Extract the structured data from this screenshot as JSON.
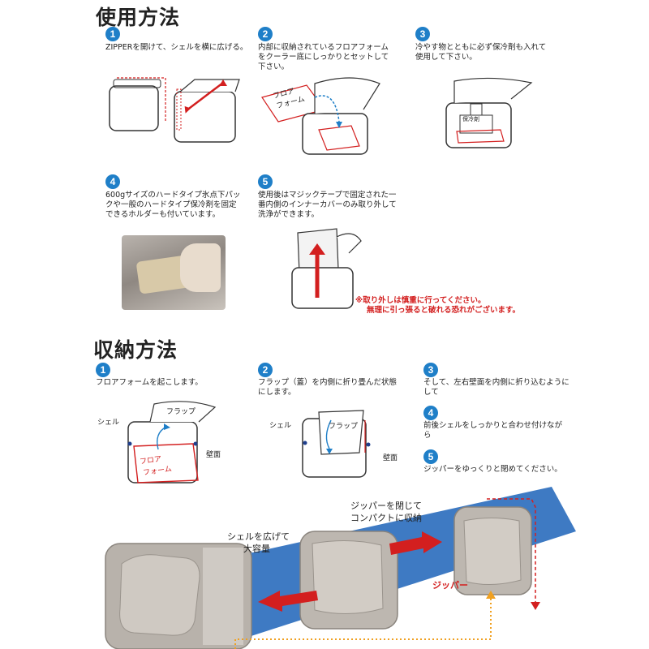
{
  "usage": {
    "title": "使用方法",
    "steps": [
      {
        "num": "1",
        "text": "ZIPPERを開けて、シェルを横に広げる。"
      },
      {
        "num": "2",
        "text": "内部に収納されているフロアフォームをクーラー底にしっかりとセットして下さい。"
      },
      {
        "num": "3",
        "text": "冷やす物とともに必ず保冷剤も入れて使用して下さい。"
      },
      {
        "num": "4",
        "text": "600gサイズのハードタイプ氷点下パックや一般のハードタイプ保冷剤を固定できるホルダーも付いています。"
      },
      {
        "num": "5",
        "text": "使用後はマジックテープで固定された一番内側のインナーカバーのみ取り外して洗浄ができます。"
      }
    ],
    "floor_label_1": "フロア",
    "floor_label_2": "フォーム",
    "cold_pack_label": "保冷剤",
    "warning_1": "※取り外しは慎重に行ってください。",
    "warning_2": "無理に引っ張ると破れる恐れがございます。"
  },
  "storage": {
    "title": "収納方法",
    "steps": [
      {
        "num": "1",
        "text": "フロアフォームを起こします。"
      },
      {
        "num": "2",
        "text": "フラップ（蓋）を内側に折り畳んだ状態にします。"
      },
      {
        "num": "3",
        "text": "そして、左右壁面を内側に折り込むようにして"
      },
      {
        "num": "4",
        "text": "前後シェルをしっかりと合わせ付けながら"
      },
      {
        "num": "5",
        "text": "ジッパーをゆっくりと閉めてください。"
      }
    ],
    "labels": {
      "shell": "シェル",
      "flap": "フラップ",
      "wall": "壁面",
      "floor_1": "フロア",
      "floor_2": "フォーム"
    }
  },
  "bottom": {
    "expand_caption_1": "シェルを広げて",
    "expand_caption_2": "大容量",
    "compact_caption_1": "ジッパーを閉じて",
    "compact_caption_2": "コンパクトに収納",
    "zipper_label": "ジッパー"
  },
  "colors": {
    "accent": "#1f7fc8",
    "arrow_red": "#d31f1f",
    "outline": "#333333",
    "dotted_orange": "#f0a020",
    "blue_band": "#1c63b8"
  }
}
